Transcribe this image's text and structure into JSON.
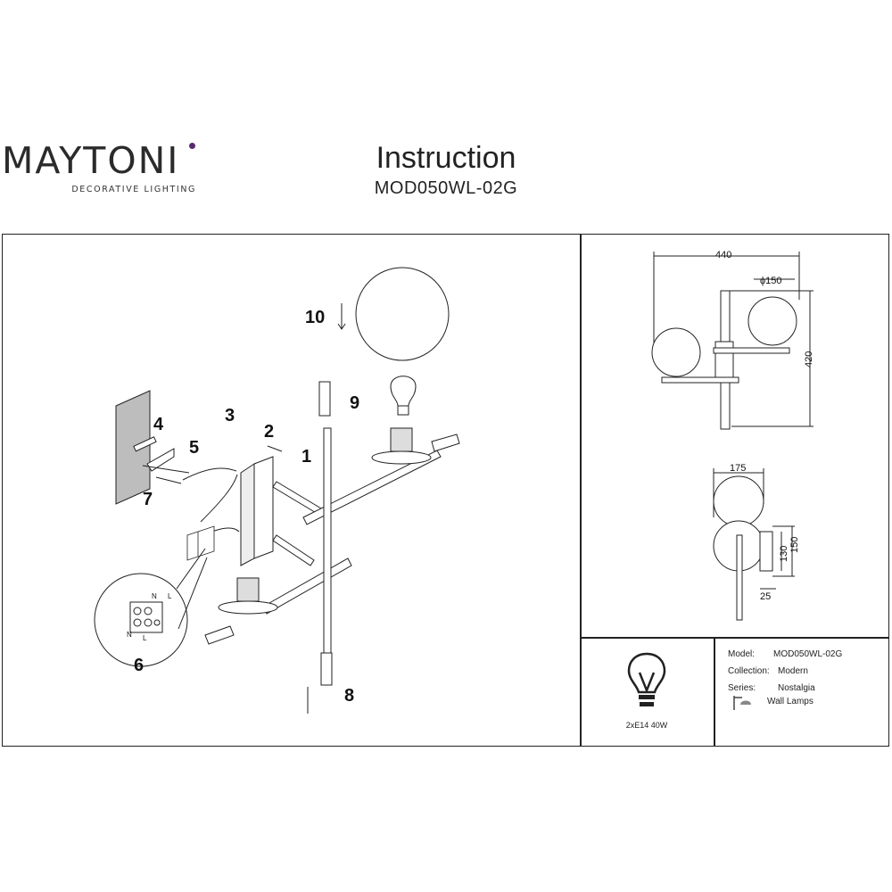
{
  "brand": {
    "name": "MAYTONI",
    "tagline": "DECORATIVE LIGHTING",
    "accent_color": "#5a2a6e"
  },
  "header": {
    "title": "Instruction",
    "model_code": "MOD050WL-02G"
  },
  "assembly": {
    "steps": [
      "1",
      "2",
      "3",
      "4",
      "5",
      "6",
      "7",
      "8",
      "9",
      "10"
    ],
    "terminal_labels": [
      "N",
      "L",
      "N",
      "L"
    ]
  },
  "dimensions": {
    "width": "440",
    "globe_diameter": "ϕ150",
    "height": "420",
    "depth": "175",
    "base_height_inner": "130",
    "base_height_outer": "150",
    "base_thickness": "25"
  },
  "bulb": {
    "caption": "2xE14 40W",
    "icon": "lightbulb-icon"
  },
  "specs": [
    {
      "label": "Model:",
      "value": "MOD050WL-02G"
    },
    {
      "label": "Collection:",
      "value": "Modern"
    },
    {
      "label": "Series:",
      "value": "Nostalgia"
    },
    {
      "label": "",
      "value": "Wall Lamps"
    }
  ]
}
